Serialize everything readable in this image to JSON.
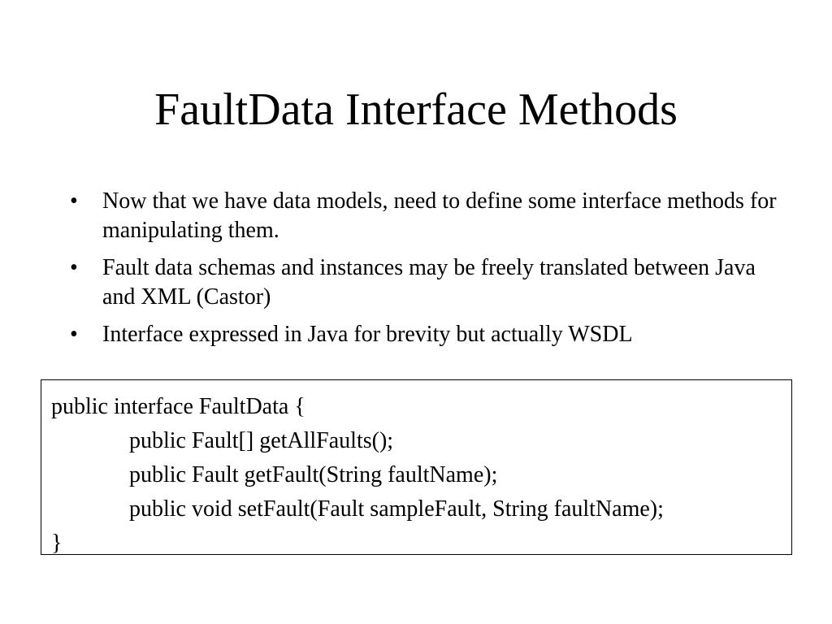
{
  "slide": {
    "title": "FaultData Interface Methods",
    "bullet_symbol": "•",
    "bullets": [
      "Now that we have data models, need to define some interface methods for manipulating them.",
      "Fault data schemas and instances may be freely translated between Java and XML (Castor)",
      "Interface expressed in Java for brevity but actually WSDL"
    ],
    "code": {
      "lines": [
        "public interface FaultData {",
        "public Fault[] getAllFaults();",
        "public Fault getFault(String faultName);",
        "public void setFault(Fault sampleFault, String faultName);",
        "}"
      ]
    }
  }
}
